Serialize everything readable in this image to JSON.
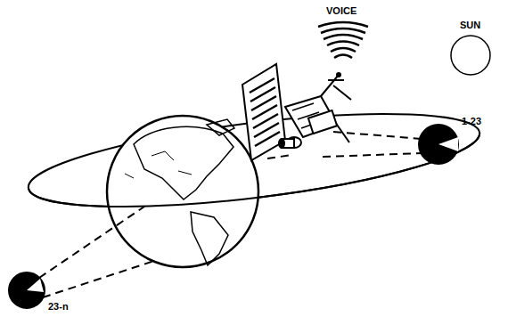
{
  "diagram": {
    "labels": [
      "VOICE",
      "SUN",
      "1-23",
      "23-n"
    ]
  }
}
